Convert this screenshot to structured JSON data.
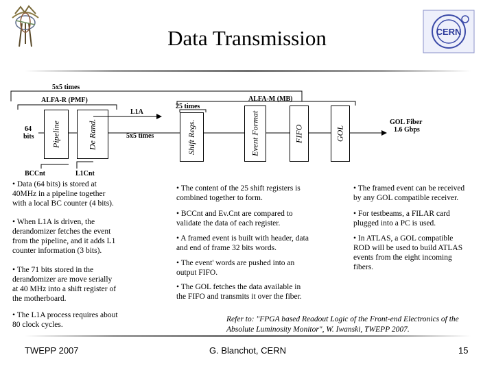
{
  "slide": {
    "title": "Data Transmission",
    "footer": {
      "left": "TWEPP 2007",
      "center": "G. Blanchot, CERN",
      "page": "15"
    },
    "reference": {
      "line1": "Refer to: \"FPGA based Readout Logic of the Front-end Electronics of the",
      "line2": "Absolute Luminosity Monitor\", W. Iwanski, TWEPP 2007."
    }
  },
  "diagram": {
    "top_label": "5x5 times",
    "alfa_r": "ALFA-R (PMF)",
    "alfa_m": "ALFA-M (MB)",
    "times25": "25 times",
    "l1a": "L1A",
    "times_5x5": "5x5 times",
    "bits64_a": "64",
    "bits64_b": "bits",
    "pipeline": "Pipeline",
    "derand": "De Rand.",
    "shift_regs": "Shift Regs.",
    "event_format": "Event Format",
    "fifo": "FIFO",
    "gol": "GOL",
    "gol_fiber_a": "GOL Fiber",
    "gol_fiber_b": "1.6 Gbps",
    "bccnt": "BCCnt",
    "l1cnt": "L1Cnt"
  },
  "bullets": {
    "col1": [
      [
        "• Data (64 bits) is stored at",
        "40MHz in a pipeline together",
        "with a local BC counter (4 bits)."
      ],
      [
        "• When L1A is driven, the",
        "derandomizer fetches the event",
        "from the pipeline, and it adds L1",
        "counter information (3 bits)."
      ],
      [
        "• The 71 bits stored in the",
        "derandomizer are move serially",
        "at 40 MHz into a shift register of",
        "the motherboard."
      ],
      [
        "• The L1A process requires about",
        "80 clock cycles."
      ]
    ],
    "col2": [
      [
        "• The content of the 25 shift registers is",
        "combined together to form."
      ],
      [
        "• BCCnt and Ev.Cnt are compared to",
        "validate the data of each register."
      ],
      [
        "• A framed event is built with header, data",
        "and end of frame 32 bits words."
      ],
      [
        "• The event' words are pushed into an",
        "output FIFO."
      ],
      [
        "• The GOL fetches the data available in",
        "the FIFO and transmits it over the fiber."
      ]
    ],
    "col3": [
      [
        "• The framed event can be received",
        "by any GOL compatible receiver."
      ],
      [
        "• For testbeams, a FILAR card",
        "plugged into a PC is used."
      ],
      [
        "• In ATLAS, a GOL compatible",
        "ROD will be used to build ATLAS",
        "events from the eight incoming",
        "fibers."
      ]
    ]
  }
}
